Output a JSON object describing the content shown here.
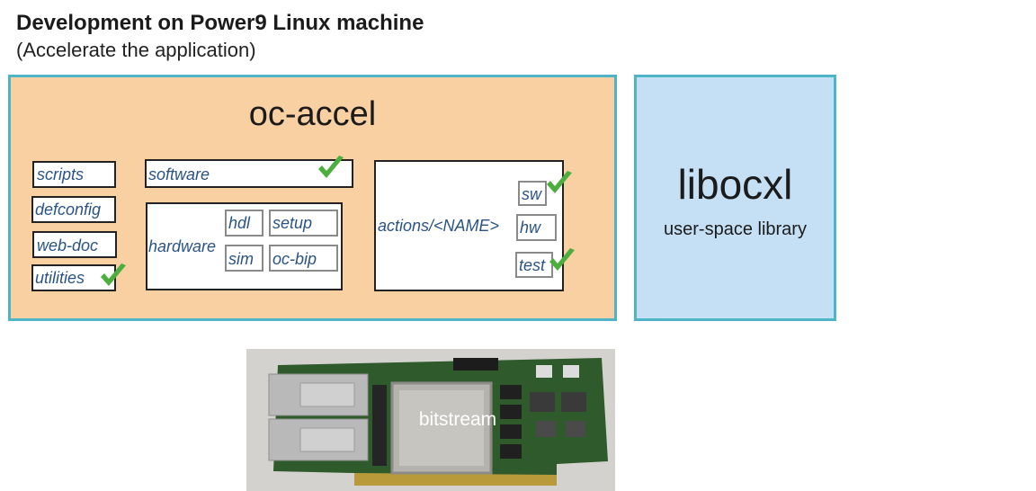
{
  "header": {
    "title": "Development on Power9 Linux machine",
    "subtitle": "(Accelerate the application)"
  },
  "oc_accel": {
    "name": "oc-accel",
    "scripts": "scripts",
    "defconfig": "defconfig",
    "web_doc": "web-doc",
    "utilities": "utilities",
    "software": "software",
    "hardware": "hardware",
    "hdl": "hdl",
    "setup": "setup",
    "sim": "sim",
    "oc_bip": "oc-bip",
    "actions": "actions/<NAME>",
    "sw": "sw",
    "hw": "hw",
    "test": "test"
  },
  "libocxl": {
    "name": "libocxl",
    "subtitle": "user-space library"
  },
  "board": {
    "label": "bitstream"
  },
  "colors": {
    "oc_fill": "#f8d0a2",
    "lib_fill": "#c5dff4",
    "border": "#4eb5c6",
    "label_blue": "#2a5486",
    "check_green": "#4caf3d"
  }
}
